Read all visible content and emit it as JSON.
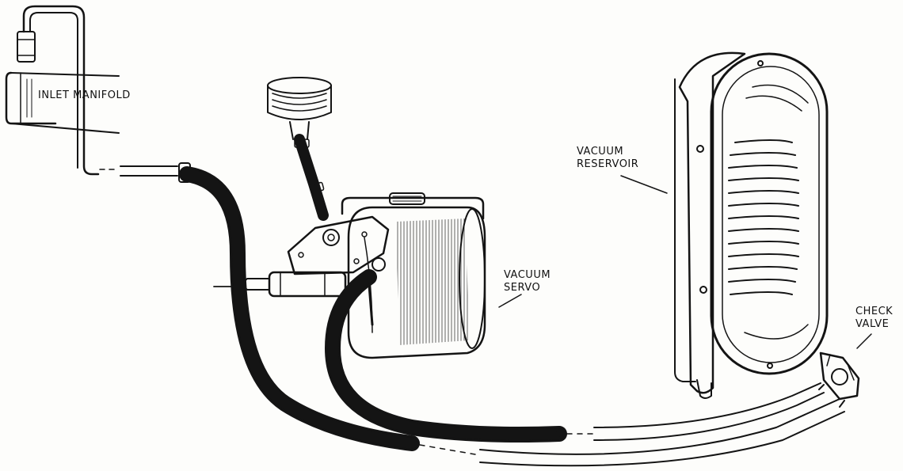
{
  "labels": {
    "inlet_manifold": "INLET MANIFOLD",
    "vacuum_servo": [
      "VACUUM",
      "SERVO"
    ],
    "vacuum_reservoir": [
      "VACUUM",
      "RESERVOIR"
    ],
    "check_valve": [
      "CHECK",
      "VALVE"
    ]
  }
}
